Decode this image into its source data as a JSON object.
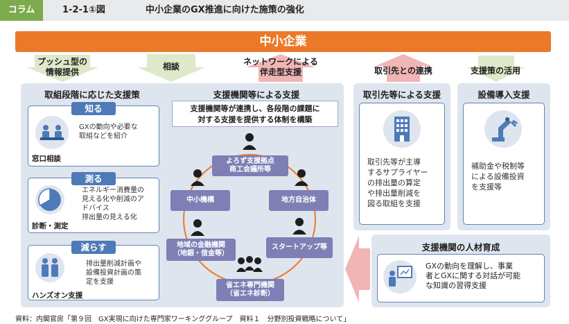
{
  "header": {
    "tag": "コラム",
    "figure_number": "1-2-1①図",
    "title": "中小企業のGX推進に向けた施策の強化"
  },
  "sme_bar": "中小企業",
  "arrows": {
    "push": "プッシュ型の\n情報提供",
    "consult": "相談",
    "network": "ネットワークによる\n伴走型支援",
    "partner": "取引先との連携",
    "utilize": "支援策の活用"
  },
  "left_panel": {
    "title": "取組段階に応じた支援策",
    "cards": [
      {
        "pill": "知る",
        "label": "窓口相談",
        "text": "GXの動向や必要な\n取組などを紹介"
      },
      {
        "pill": "測る",
        "label": "診断・測定",
        "text": "エネルギー消費量の\n見える化や削減のア\nドバイス\n排出量の見える化"
      },
      {
        "pill": "減らす",
        "label": "ハンズオン支援",
        "text": "排出量削減計画や\n設備投資計画の策\n定を支援"
      }
    ]
  },
  "center_panel": {
    "title": "支援機関等による支援",
    "headline": "支援機関等が連携し、各段階の課題に\n対する支援を提供する体制を構築",
    "nodes": {
      "top": "よろず支援拠点\n商工会議所等",
      "left": "中小機構",
      "right": "地方自治体",
      "bottom_left": "地域の金融機関\n（地銀・信金等）",
      "bottom_right": "スタートアップ等",
      "bottom": "省エネ専門機関\n（省エネ診断）"
    }
  },
  "partner_panel": {
    "title": "取引先等による支援",
    "text": "取引先等が主導\nするサプライヤー\nの排出量の算定\nや排出量削減を\n図る取組を支援"
  },
  "equip_panel": {
    "title": "設備導入支援",
    "text": "補助金や税制等\nによる設備投資\nを支援等"
  },
  "hr_panel": {
    "title": "支援機関の人材育成",
    "text": "GXの動向を理解し、事業\n者とGXに関する対話が可能\nな知識の習得支援"
  },
  "source": "資料：内閣官房「第９回　GX実現に向けた専門家ワーキンググループ　資料１　分野別投資戦略について」",
  "colors": {
    "orange": "#ea7a2a",
    "green_tag": "#7bab4c",
    "blue": "#4e7ab8",
    "purple_node": "#7d7fb5",
    "arrow_green": "#dfe8c8",
    "arrow_red": "#f1b5b5",
    "panel": "#dfe5ee"
  }
}
